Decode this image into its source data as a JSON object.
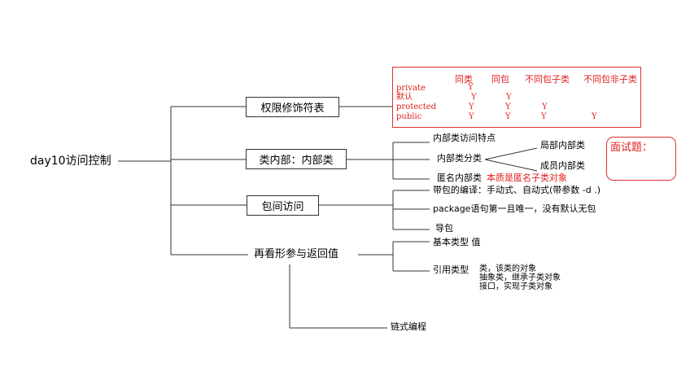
{
  "root": {
    "label": "day10访问控制"
  },
  "branches": {
    "perm_table": {
      "label": "权限修饰符表"
    },
    "inner_class": {
      "label": "类内部：内部类"
    },
    "package_access": {
      "label": "包间访问"
    },
    "params_return": {
      "label": "再看形参与返回值"
    },
    "chain": {
      "label": "链式编程"
    }
  },
  "permission_table": {
    "headers": [
      "同类",
      "同包",
      "不同包子类",
      "不同包非子类"
    ],
    "rows": [
      {
        "name": "private",
        "cells": [
          "Y",
          "",
          "",
          ""
        ]
      },
      {
        "name": "默认",
        "cells": [
          "Y",
          "Y",
          "",
          ""
        ]
      },
      {
        "name": "protected",
        "cells": [
          "Y",
          "Y",
          "Y",
          ""
        ]
      },
      {
        "name": "public",
        "cells": [
          "Y",
          "Y",
          "Y",
          "Y"
        ]
      }
    ]
  },
  "inner_class_items": {
    "access_features": "内部类访问特点",
    "classification": "内部类分类",
    "local_inner": "局部内部类",
    "member_inner": "成员内部类",
    "anonymous": "匿名内部类",
    "anonymous_note": "本质是匿名子类对象"
  },
  "interview": {
    "label": "面试题："
  },
  "package_items": [
    "带包的编译：手动式、自动式(带参数 -d .)",
    "package语句第一且唯一，没有默认无包",
    "导包"
  ],
  "param_items": {
    "basic": "基本类型  值",
    "reference": "引用类型",
    "reference_details": [
      "类，该类的对象",
      "抽象类，继承子类对象",
      "接口，实现子类对象"
    ]
  },
  "colors": {
    "accent": "#e02020",
    "line": "#333333"
  }
}
